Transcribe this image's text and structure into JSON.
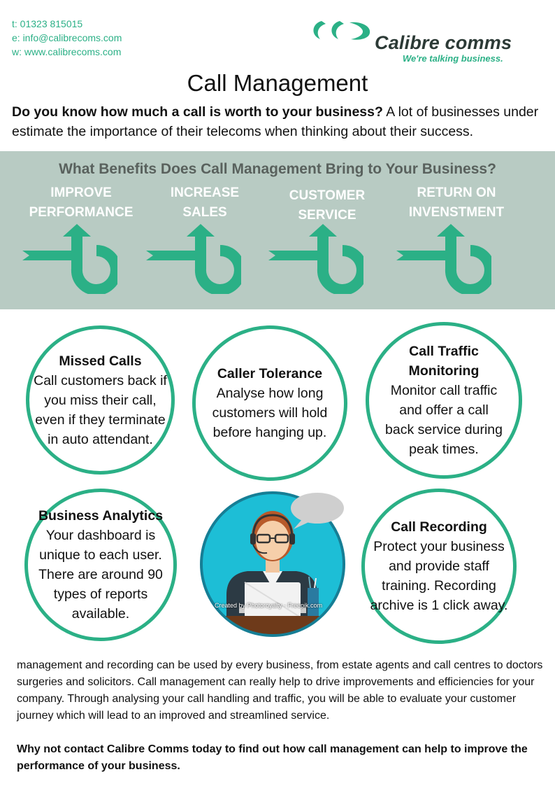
{
  "contact": {
    "phone": "t: 01323 815015",
    "email": "e: info@calibrecoms.com",
    "web": "w: www.calibrecoms.com"
  },
  "logo": {
    "name": "Calibre comms",
    "tagline": "We're talking business."
  },
  "title": "Call Management",
  "intro": {
    "bold": "Do you know how much a call is worth to your business?",
    "rest": " A lot of businesses under estimate the importance of their telecoms when thinking about their success."
  },
  "benefits": {
    "heading": "What Benefits Does Call Management Bring to Your Business?",
    "items": [
      {
        "line1": "IMPROVE",
        "line2": "PERFORMANCE"
      },
      {
        "line1": "INCREASE",
        "line2": "SALES"
      },
      {
        "line1": "CUSTOMER",
        "line2": "SERVICE"
      },
      {
        "line1": "RETURN ON",
        "line2": "INVENSTMENT"
      }
    ]
  },
  "features": [
    {
      "title": "Missed Calls",
      "text": "Call customers back if you miss their call, even if they terminate in auto attendant."
    },
    {
      "title": "Caller Tolerance",
      "text": "Analyse how long customers will hold before hanging up."
    },
    {
      "title": "Call Traffic Monitoring",
      "text": "Monitor call traffic and offer a call back service during peak times."
    },
    {
      "title": "Business Analytics",
      "text": "Your dashboard is unique to each user. There are around 90 types of reports available."
    },
    {
      "title": "Call Recording",
      "text": "Protect your business and provide staff training. Recording archive is 1 click away."
    }
  ],
  "image_credit": "Created by Photoroyalty - Freepik.com",
  "body": "management and recording can be used by every business, from estate agents and call centres to doctors surgeries and solicitors. Call management can really help to drive improvements and efficiencies for your company.  Through analysing your call handling and traffic, you will be able to evaluate your customer journey which will lead to an improved and streamlined service.",
  "cta": "Why not contact Calibre Comms today to find out how call management can help to improve the performance of your business.",
  "colors": {
    "accent": "#2bb086",
    "band": "#b8cbc3",
    "band_title": "#59615d",
    "illustration_bg": "#1dbed6"
  }
}
